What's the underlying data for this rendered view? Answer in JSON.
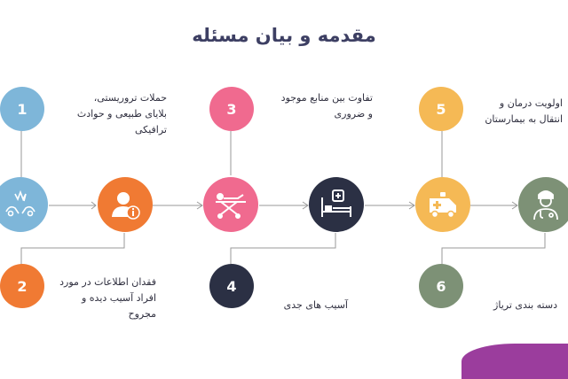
{
  "title": "مقدمه و بیان مسئله",
  "steps": [
    {
      "number": "1",
      "text": "حملات تروریستی،\nبلایای طبیعی و حوادث\nترافیکی",
      "color": "#7eb6d9",
      "icon": "disaster-icon"
    },
    {
      "number": "2",
      "text": "فقدان اطلاعات در مورد\nافراد آسیب دیده و\nمجروح",
      "color": "#f07a33",
      "icon": "user-info-icon"
    },
    {
      "number": "3",
      "text": "تفاوت بین منابع موجود\nو ضروری",
      "color": "#f06a8f",
      "icon": "stretcher-icon"
    },
    {
      "number": "4",
      "text": "آسیب های جدی",
      "color": "#2b3044",
      "icon": "hospital-bed-icon"
    },
    {
      "number": "5",
      "text": "اولویت درمان و\nانتقال به بیمارستان",
      "color": "#f5b955",
      "icon": "ambulance-icon"
    },
    {
      "number": "6",
      "text": "دسته بندی تریاژ",
      "color": "#7d9176",
      "icon": "doctor-icon"
    }
  ]
}
